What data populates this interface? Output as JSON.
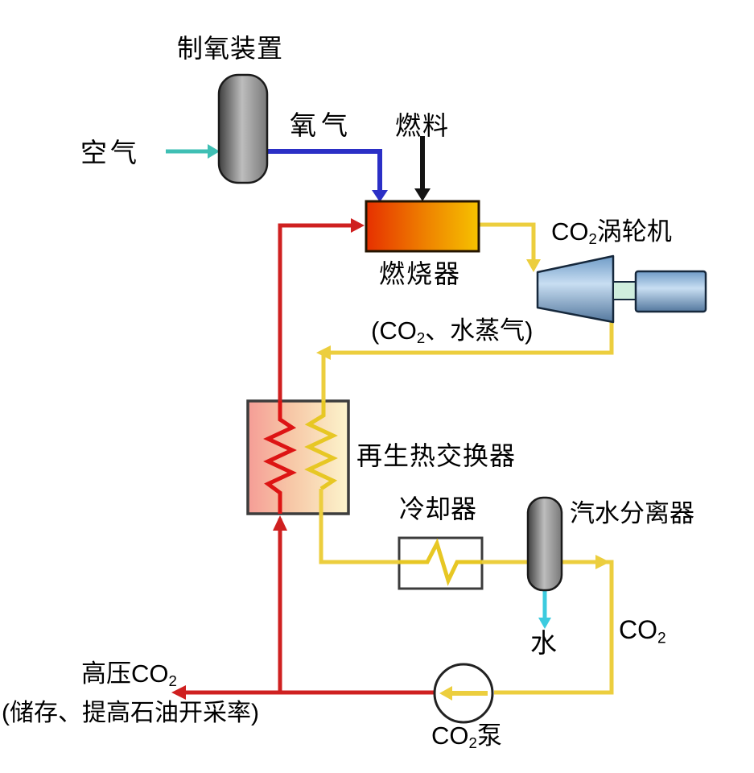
{
  "diagram": {
    "title_none": "",
    "nodes": {
      "oxygen_plant": {
        "label": "制氧装置"
      },
      "combustor": {
        "label": "燃烧器"
      },
      "turbine": {
        "label_pre": "CO",
        "label_sub": "2",
        "label_post": "涡轮机"
      },
      "regenerator": {
        "label": "再生热交换器"
      },
      "cooler": {
        "label": "冷却器"
      },
      "separator": {
        "label": "汽水分离器"
      },
      "pump": {
        "label_pre": "CO",
        "label_sub": "2",
        "label_post": "泵"
      }
    },
    "streams": {
      "air": {
        "label": "空气"
      },
      "oxygen": {
        "label": "氧气"
      },
      "fuel": {
        "label": "燃料"
      },
      "turbine_exhaust": {
        "label_pre": "(CO",
        "label_sub": "2",
        "label_post": "、水蒸气)"
      },
      "water": {
        "label": "水"
      },
      "co2": {
        "label_pre": "CO",
        "label_sub": "2",
        "label_post": ""
      },
      "hp_co2": {
        "label_pre": "高压CO",
        "label_sub": "2",
        "label_post": "",
        "note": "(储存、提高石油开采率)"
      }
    },
    "colors": {
      "pipe_yellow": "#ecce3e",
      "pipe_red": "#cf2020",
      "pipe_blue": "#2b2fc6",
      "arrow_teal": "#3fbfb4",
      "arrow_cyan": "#3ccbdf",
      "arrow_black": "#141414",
      "coil_red": "#dd1414",
      "coil_yellow": "#e7c724",
      "combustor_left": "#e63000",
      "combustor_mid": "#ef8500",
      "combustor_right": "#f6c200",
      "combustor_border": "#241400",
      "hx_left": "#f59d96",
      "hx_mid": "#f7c9a8",
      "hx_right": "#fcf4cc",
      "hx_border": "#3c3c3c",
      "cooler_border": "#3c3c3c",
      "cylinder_dark": "#3f3f3f",
      "cylinder_light": "#bdbdbd",
      "cylinder_shade": "#787878",
      "cylinder_border": "#1a1a1a",
      "turbine_top": "#6f9bc7",
      "turbine_mid": "#c8def2",
      "turbine_bottom": "#54789e",
      "turbine_border": "#16283c",
      "shaft_fill": "#cfeede",
      "pump_border": "#222222",
      "text": "#000000"
    }
  }
}
